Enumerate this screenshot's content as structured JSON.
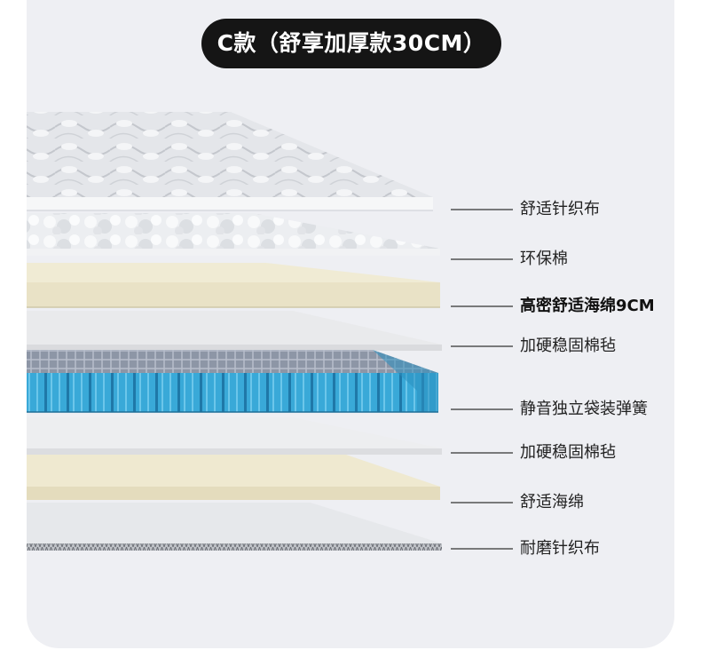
{
  "title": "C款（舒享加厚款30CM）",
  "layers": [
    {
      "label": "舒适针织布",
      "bold": false
    },
    {
      "label": "环保棉",
      "bold": false
    },
    {
      "label": "高密舒适海绵9CM",
      "bold": true
    },
    {
      "label": "加硬稳固棉毡",
      "bold": false
    },
    {
      "label": "静音独立袋装弹簧",
      "bold": false
    },
    {
      "label": "加硬稳固棉毡",
      "bold": false
    },
    {
      "label": "舒适海绵",
      "bold": false
    },
    {
      "label": "耐磨针织布",
      "bold": false
    }
  ],
  "colors": {
    "background": "#eeeff3",
    "title_pill": "#151515",
    "foam": "#ece6cc",
    "felt": "#e3e4e6",
    "spring": "#39a9d8",
    "fabric": "#d7d9dd",
    "leader_line": "#333333"
  }
}
